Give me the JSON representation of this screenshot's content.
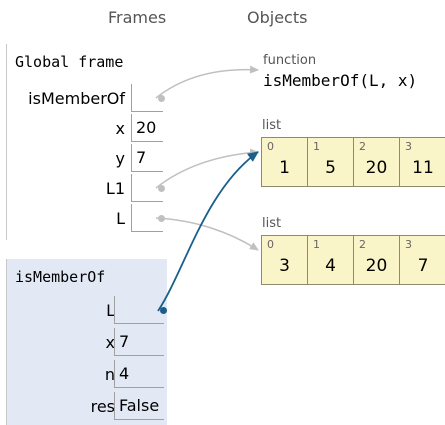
{
  "headers": {
    "frames": "Frames",
    "objects": "Objects"
  },
  "global_frame": {
    "title": "Global frame",
    "vars": [
      {
        "name": "isMemberOf",
        "value": ""
      },
      {
        "name": "x",
        "value": "20"
      },
      {
        "name": "y",
        "value": "7"
      },
      {
        "name": "L1",
        "value": ""
      },
      {
        "name": "L",
        "value": ""
      }
    ]
  },
  "call_frame": {
    "title": "isMemberOf",
    "vars": [
      {
        "name": "L",
        "value": ""
      },
      {
        "name": "x",
        "value": "7"
      },
      {
        "name": "n",
        "value": "4"
      },
      {
        "name": "res",
        "value": "False"
      }
    ]
  },
  "objects": {
    "function": {
      "type": "function",
      "signature": "isMemberOf(L, x)"
    },
    "list1": {
      "type": "list",
      "cells": [
        {
          "index": "0",
          "value": "1"
        },
        {
          "index": "1",
          "value": "5"
        },
        {
          "index": "2",
          "value": "20"
        },
        {
          "index": "3",
          "value": "11"
        }
      ]
    },
    "list2": {
      "type": "list",
      "cells": [
        {
          "index": "0",
          "value": "3"
        },
        {
          "index": "1",
          "value": "4"
        },
        {
          "index": "2",
          "value": "20"
        },
        {
          "index": "3",
          "value": "7"
        }
      ]
    }
  },
  "colors": {
    "list_bg": "#faf5c8",
    "frame_bg": "#e2e9f5",
    "pointer_blue": "#1a5f8c",
    "pointer_gray": "#c0c0c0"
  }
}
